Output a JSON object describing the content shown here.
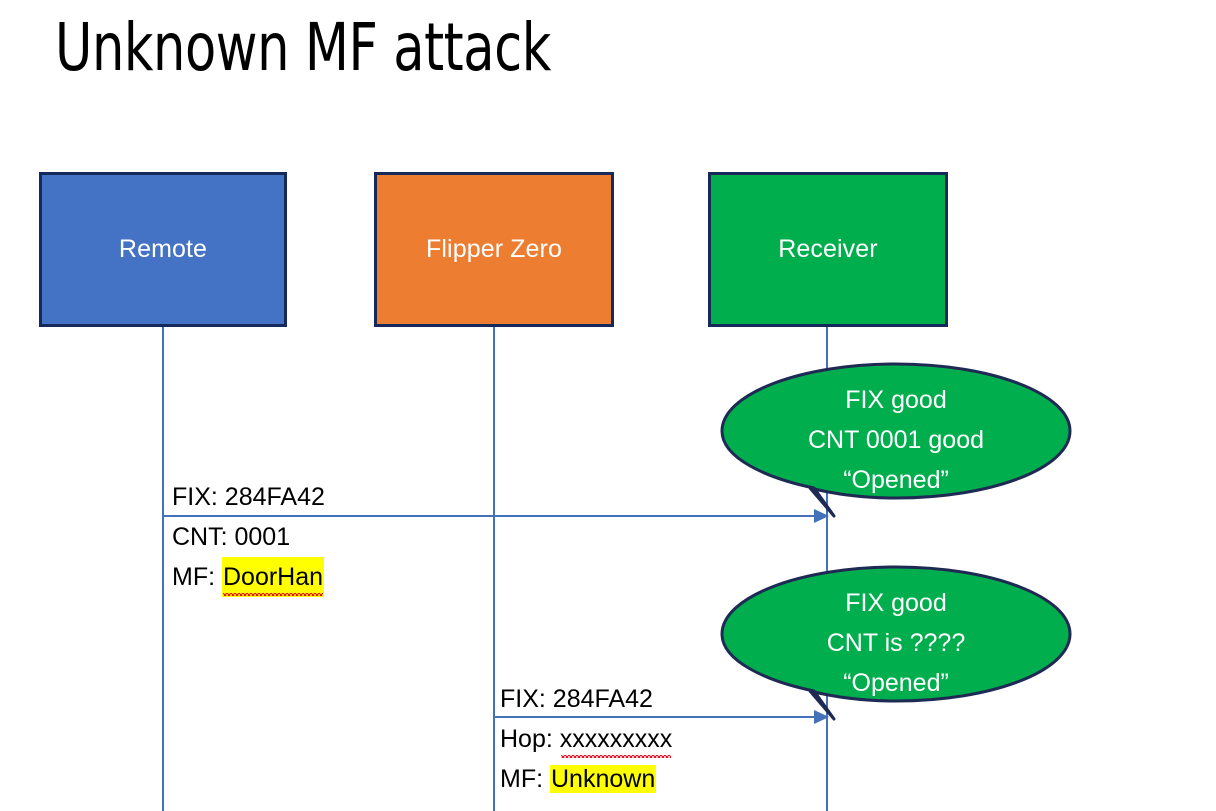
{
  "slide": {
    "title": "Unknown MF attack",
    "background_color": "#ffffff"
  },
  "colors": {
    "remote_fill": "#4472C4",
    "flipper_fill": "#ED7D31",
    "receiver_fill": "#00AE4D",
    "box_border": "#15295b",
    "lifeline": "#4372B9",
    "arrow": "#4372B9",
    "callout_fill": "#00AE4D",
    "callout_border": "#1F2A54",
    "highlight": "#FFFF00",
    "spellcheck_underline": "#E81123",
    "text_dark": "#000000",
    "text_light": "#ffffff"
  },
  "actors": [
    {
      "id": "remote",
      "label": "Remote"
    },
    {
      "id": "flipper",
      "label": "Flipper Zero"
    },
    {
      "id": "receiver",
      "label": "Receiver"
    }
  ],
  "messages": [
    {
      "id": "message-1",
      "from": "remote",
      "to": "receiver",
      "lines": [
        {
          "prefix": "FIX: ",
          "value": "284FA42",
          "highlighted": false,
          "spellcheck": false
        },
        {
          "prefix": "CNT: ",
          "value": "0001",
          "highlighted": false,
          "spellcheck": false
        },
        {
          "prefix": "MF: ",
          "value": "DoorHan",
          "highlighted": true,
          "spellcheck": true
        }
      ]
    },
    {
      "id": "message-2",
      "from": "flipper",
      "to": "receiver",
      "lines": [
        {
          "prefix": "FIX: ",
          "value": "284FA42",
          "highlighted": false,
          "spellcheck": false
        },
        {
          "prefix": "Hop: ",
          "value": "xxxxxxxxx",
          "highlighted": false,
          "spellcheck": true
        },
        {
          "prefix": "MF: ",
          "value": "Unknown",
          "highlighted": true,
          "spellcheck": false
        }
      ]
    }
  ],
  "callouts": [
    {
      "id": "callout-1",
      "attached_to": "message-1",
      "lines": [
        "FIX good",
        "CNT 0001 good",
        "“Opened”"
      ]
    },
    {
      "id": "callout-2",
      "attached_to": "message-2",
      "lines": [
        "FIX good",
        "CNT is ????",
        "“Opened”"
      ]
    }
  ]
}
